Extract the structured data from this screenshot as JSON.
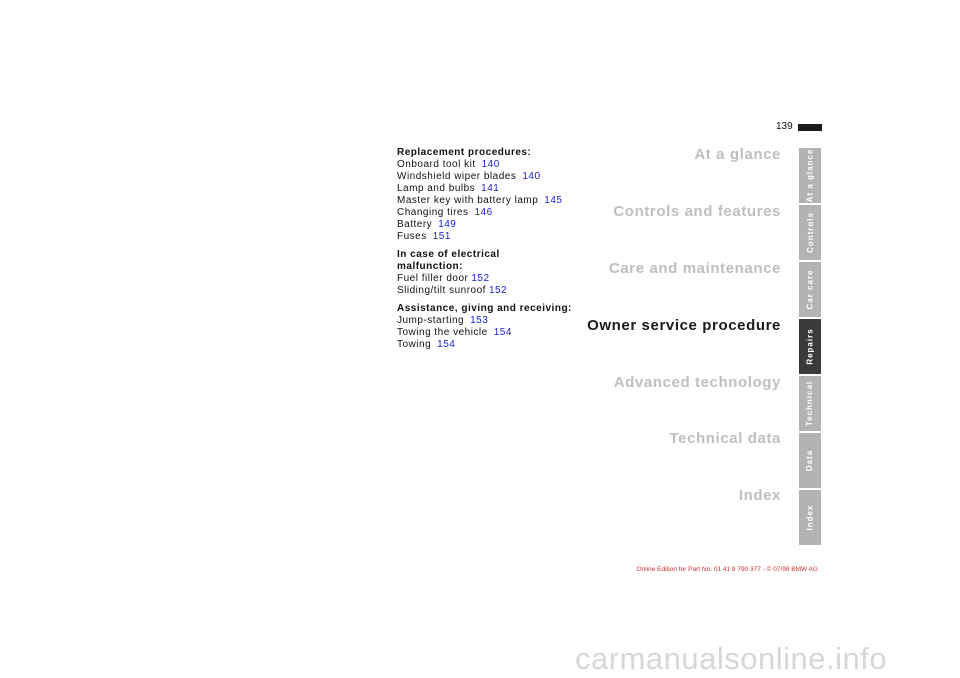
{
  "page": {
    "number": "139"
  },
  "toc": {
    "sections": [
      {
        "heading": "Replacement procedures:",
        "items": [
          {
            "label": "Onboard tool kit",
            "page": "140"
          },
          {
            "label": "Windshield wiper blades",
            "page": "140"
          },
          {
            "label": "Lamp and bulbs",
            "page": "141"
          },
          {
            "label": "Master key with battery lamp",
            "page": "145"
          },
          {
            "label": "Changing tires",
            "page": "146"
          },
          {
            "label": "Battery",
            "page": "149"
          },
          {
            "label": "Fuses",
            "page": "151"
          }
        ]
      },
      {
        "heading_line1": "In case of electrical",
        "heading_line2": "malfunction:",
        "items": [
          {
            "label": "Fuel filler door",
            "page": "152"
          },
          {
            "label": "Sliding/tilt sunroof",
            "page": "152"
          }
        ]
      },
      {
        "heading": "Assistance, giving and receiving:",
        "items": [
          {
            "label": "Jump-starting",
            "page": "153"
          },
          {
            "label": "Towing the vehicle",
            "page": "154"
          },
          {
            "label": "Towing",
            "page": "154"
          }
        ]
      }
    ]
  },
  "chapters": [
    {
      "title": "At a glance",
      "active": false
    },
    {
      "title": "Controls and features",
      "active": false
    },
    {
      "title": "Care and maintenance",
      "active": false
    },
    {
      "title": "Owner service procedure",
      "active": true
    },
    {
      "title": "Advanced technology",
      "active": false
    },
    {
      "title": "Technical data",
      "active": false
    },
    {
      "title": "Index",
      "active": false
    }
  ],
  "tabs": [
    {
      "label": "At a glance",
      "active": false
    },
    {
      "label": "Controls",
      "active": false
    },
    {
      "label": "Car care",
      "active": false
    },
    {
      "label": "Repairs",
      "active": true
    },
    {
      "label": "Technical",
      "active": false
    },
    {
      "label": "Data",
      "active": false
    },
    {
      "label": "Index",
      "active": false
    }
  ],
  "footer": {
    "text": "Online Edition for Part No. 01 41 9 790 377 - © 07/98 BMW AG"
  },
  "watermark": {
    "text": "carmanualsonline.info"
  },
  "colors": {
    "link": "#1b1bd6",
    "inactive_chapter": "#bfbfbf",
    "active_tab": "#3a3a3a",
    "inactive_tab": "#b3b3b3",
    "footer": "#d0302f"
  }
}
